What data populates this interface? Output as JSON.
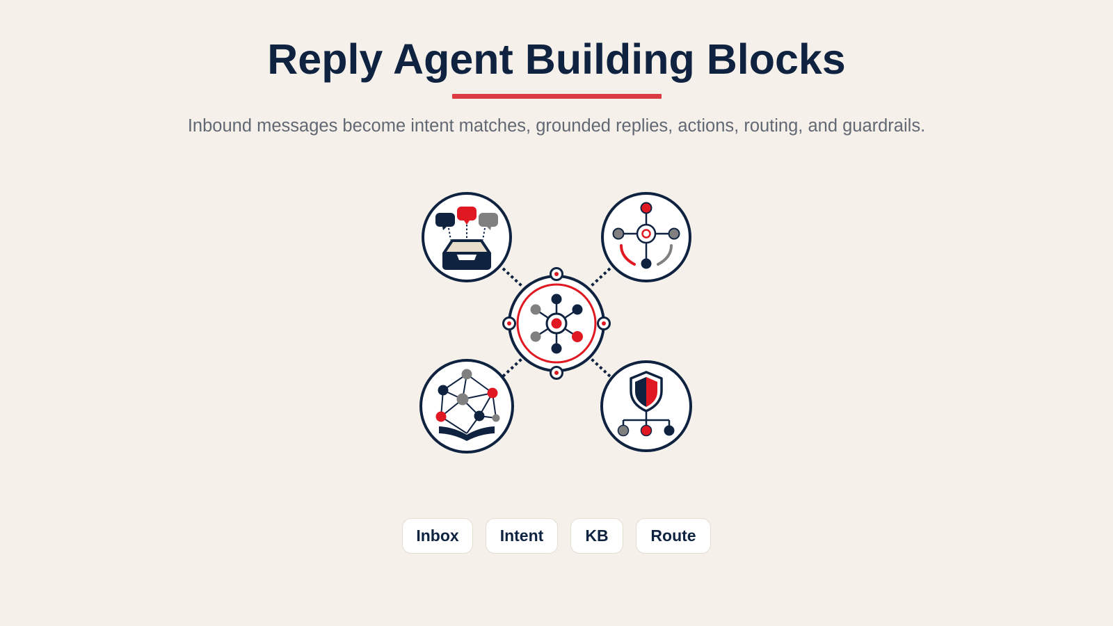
{
  "header": {
    "title": "Reply Agent Building Blocks",
    "subtitle": "Inbound messages become intent matches, grounded replies, actions, routing, and guardrails."
  },
  "diagram": {
    "center_icon": "agent-hub-icon",
    "nodes": [
      {
        "id": "inbox",
        "icon": "inbox-messages-icon"
      },
      {
        "id": "intent",
        "icon": "intent-target-icon"
      },
      {
        "id": "kb",
        "icon": "knowledge-graph-book-icon"
      },
      {
        "id": "route",
        "icon": "guardrail-routing-icon"
      }
    ]
  },
  "chips": [
    {
      "label": "Inbox"
    },
    {
      "label": "Intent"
    },
    {
      "label": "KB"
    },
    {
      "label": "Route"
    }
  ],
  "colors": {
    "background": "#f5f1ea",
    "navy": "#0f2341",
    "accent_red": "#dc3b44",
    "icon_red": "#e01822",
    "gray": "#808080",
    "subtitle_gray": "#626873"
  }
}
